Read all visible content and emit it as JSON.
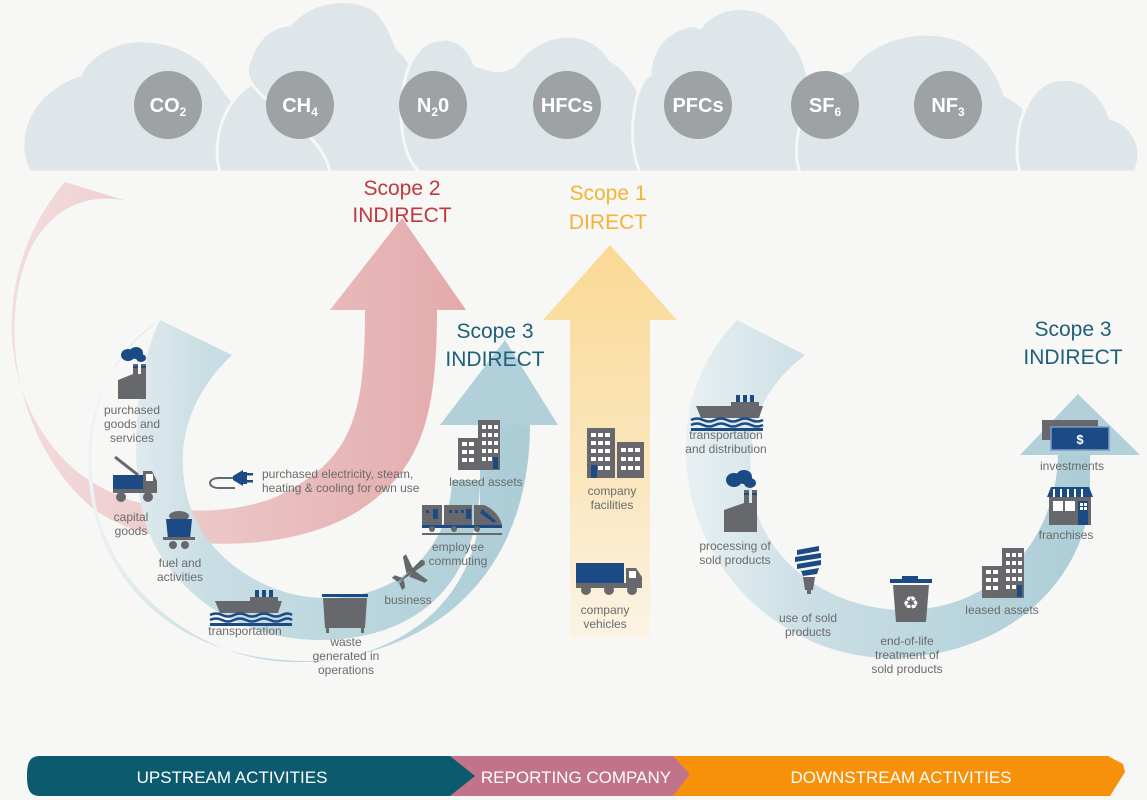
{
  "colors": {
    "cloud": "#dfe6ea",
    "gas_circle": "#9ea2a5",
    "scope1": "#f5b335",
    "scope2": "#c0393f",
    "scope3": "#1f5f78",
    "scope1_arrow": "#f9d995",
    "scope2_arrow": "#e3aaab",
    "scope3_arrow": "#bcd6de",
    "icon_gray": "#66686b",
    "icon_blue": "#1b4a85",
    "upstream": "#0b5a6e",
    "reporting": "#c1738a",
    "downstream": "#f7910a"
  },
  "gases": [
    {
      "base": "CO",
      "sub": "2",
      "tail": ""
    },
    {
      "base": "CH",
      "sub": "4",
      "tail": ""
    },
    {
      "base": "N",
      "sub": "2",
      "tail": "0"
    },
    {
      "base": "HFCs",
      "sub": "",
      "tail": ""
    },
    {
      "base": "PFCs",
      "sub": "",
      "tail": ""
    },
    {
      "base": "SF",
      "sub": "6",
      "tail": ""
    },
    {
      "base": "NF",
      "sub": "3",
      "tail": ""
    }
  ],
  "scopes": {
    "scope2": {
      "line1": "Scope 2",
      "line2": "INDIRECT"
    },
    "scope1": {
      "line1": "Scope 1",
      "line2": "DIRECT"
    },
    "scope3_upstream": {
      "line1": "Scope 3",
      "line2": "INDIRECT"
    },
    "scope3_downstream": {
      "line1": "Scope 3",
      "line2": "INDIRECT"
    }
  },
  "upstream_items": [
    {
      "icon": "factory-icon",
      "lines": [
        "purchased",
        "goods and",
        "services"
      ]
    },
    {
      "icon": "crane-truck-icon",
      "lines": [
        "capital",
        "goods"
      ]
    },
    {
      "icon": "coal-cart-icon",
      "lines": [
        "fuel and",
        "activities"
      ]
    },
    {
      "icon": "ship-icon",
      "lines": [
        "transportation"
      ]
    },
    {
      "icon": "dumpster-icon",
      "lines": [
        "waste",
        "generated in",
        "operations"
      ]
    },
    {
      "icon": "airplane-icon",
      "lines": [
        "business"
      ]
    },
    {
      "icon": "train-icon",
      "lines": [
        "employee",
        "commuting"
      ]
    },
    {
      "icon": "building-icon",
      "lines": [
        "leased assets"
      ]
    }
  ],
  "scope2_item": {
    "icon": "plug-icon",
    "lines": [
      "purchased electricity, steam,",
      "heating & cooling for own use"
    ]
  },
  "scope1_items": [
    {
      "icon": "office-buildings-icon",
      "lines": [
        "company",
        "facilities"
      ]
    },
    {
      "icon": "truck-icon",
      "lines": [
        "company",
        "vehicles"
      ]
    }
  ],
  "downstream_items": [
    {
      "icon": "ship-icon",
      "lines": [
        "transportation",
        "and distribution"
      ]
    },
    {
      "icon": "factory-icon",
      "lines": [
        "processing of",
        "sold products"
      ]
    },
    {
      "icon": "lightbulb-icon",
      "lines": [
        "use of sold",
        "products"
      ]
    },
    {
      "icon": "recycle-bin-icon",
      "lines": [
        "end-of-life",
        "treatment of",
        "sold products"
      ]
    },
    {
      "icon": "building-icon",
      "lines": [
        "leased assets"
      ]
    },
    {
      "icon": "storefront-icon",
      "lines": [
        "franchises"
      ]
    },
    {
      "icon": "money-icon",
      "lines": [
        "investments"
      ]
    }
  ],
  "money_symbol": "$",
  "bar": {
    "upstream": "UPSTREAM ACTIVITIES",
    "reporting": "REPORTING COMPANY",
    "downstream": "DOWNSTREAM ACTIVITIES"
  }
}
